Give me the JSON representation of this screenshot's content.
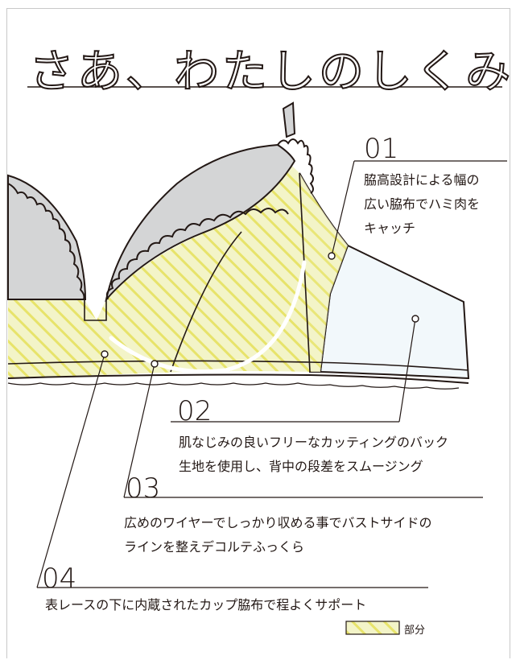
{
  "title": "さあ、わたしのしくみ",
  "callouts": [
    {
      "number": "01",
      "lines": [
        "脇高設計による幅の",
        "広い脇布でハミ肉を",
        "キャッチ"
      ]
    },
    {
      "number": "02",
      "lines": [
        "肌なじみの良いフリーなカッティングのバック",
        "生地を使用し、背中の段差をスムージング"
      ]
    },
    {
      "number": "03",
      "lines": [
        "広めのワイヤーでしっかり収める事でバストサイドの",
        "ラインを整えデコルテふっくら"
      ]
    },
    {
      "number": "04",
      "lines": [
        "表レースの下に内蔵されたカップ脇布で程よくサポート"
      ]
    }
  ],
  "legend": {
    "label": "部分"
  },
  "colors": {
    "ink": "#231815",
    "cup": "#d4d5d6",
    "yellow_fill": "#f3f4c8",
    "yellow_stripe": "#e7e36a",
    "back_fabric": "#f2f8fb",
    "wire": "#ffffff"
  }
}
